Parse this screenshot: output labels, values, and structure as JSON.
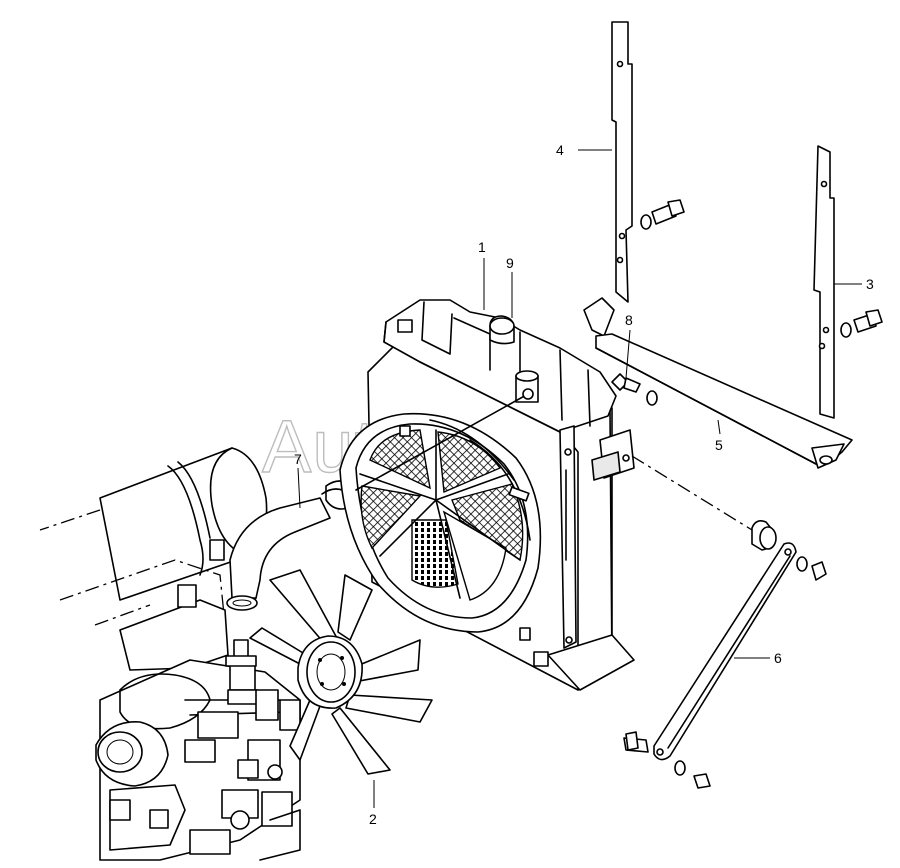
{
  "watermark": "AutoSoft",
  "callouts": [
    {
      "id": "1",
      "label": "1"
    },
    {
      "id": "2",
      "label": "2"
    },
    {
      "id": "3",
      "label": "3"
    },
    {
      "id": "4",
      "label": "4"
    },
    {
      "id": "5",
      "label": "5"
    },
    {
      "id": "6",
      "label": "6"
    },
    {
      "id": "7",
      "label": "7"
    },
    {
      "id": "8",
      "label": "8"
    },
    {
      "id": "9",
      "label": "9"
    }
  ]
}
